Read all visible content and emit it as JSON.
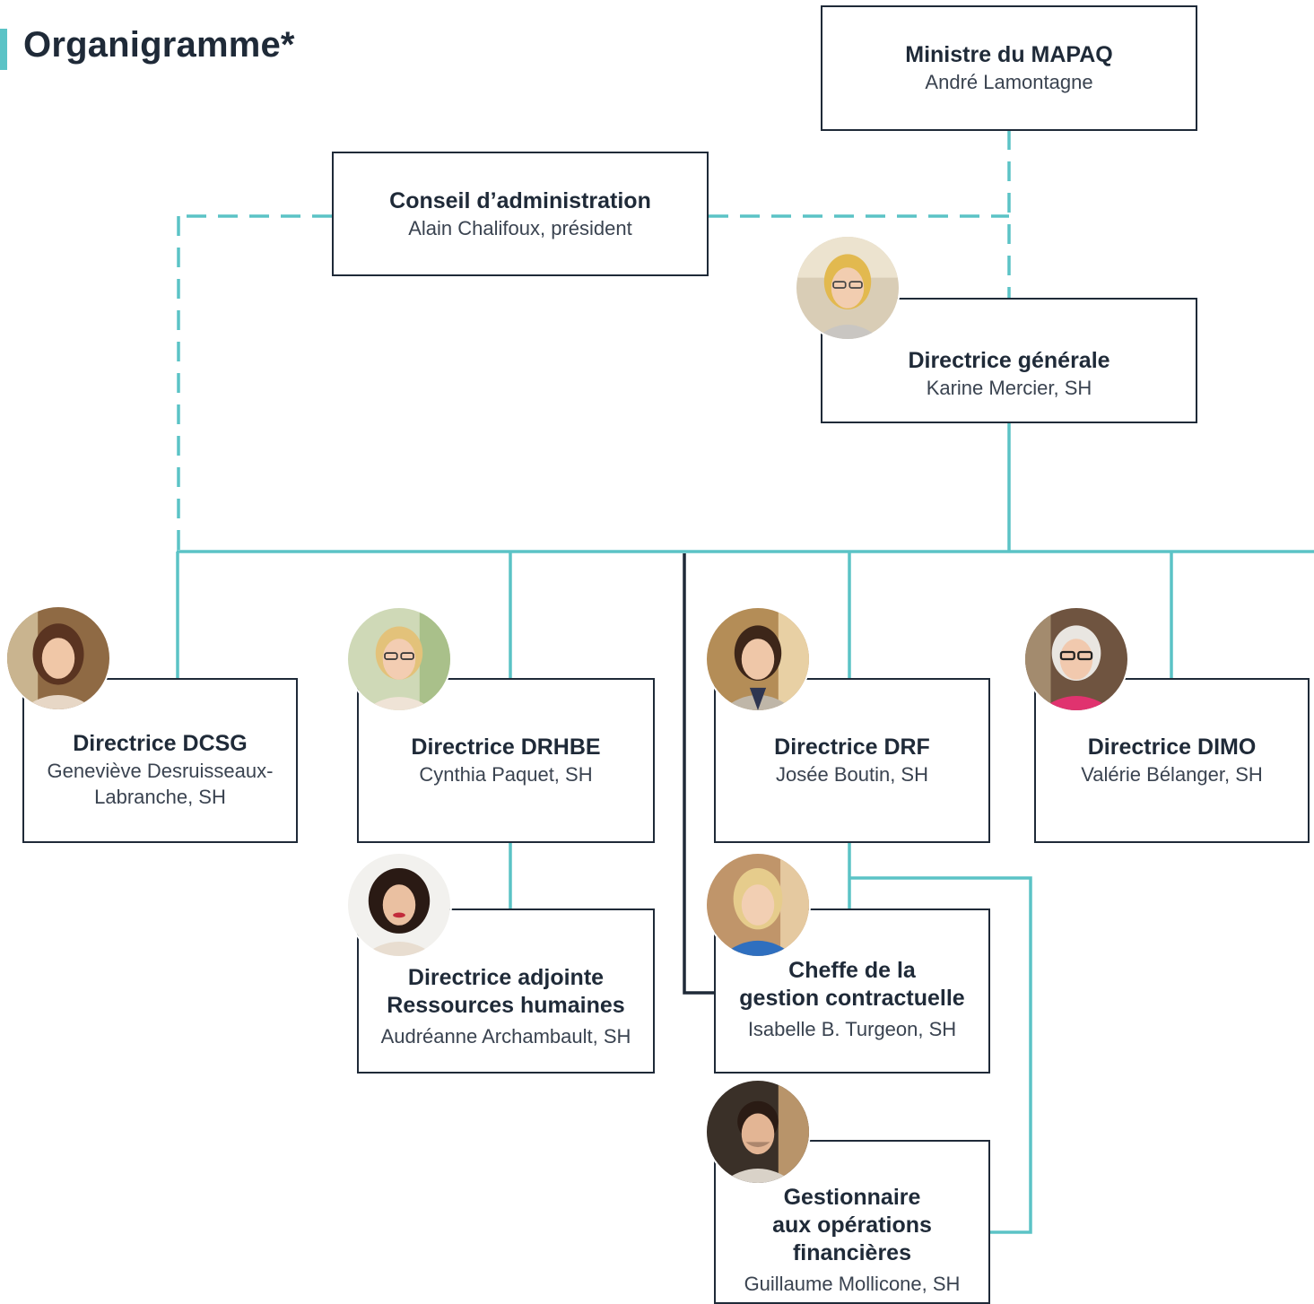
{
  "title": "Organigramme*",
  "colors": {
    "accent": "#5bc3c6",
    "box_border": "#1f2a38",
    "text": "#1f2a38",
    "dotted_line": "#5bc3c6",
    "solid_dark_line": "#1f2a38"
  },
  "nodes": {
    "minister": {
      "role": "Ministre du MAPAQ",
      "person": "André Lamontagne"
    },
    "board": {
      "role": "Conseil d’administration",
      "person": "Alain Chalifoux, président"
    },
    "dg": {
      "role": "Directrice générale",
      "person": "Karine Mercier, SH",
      "avatar": "woman-glasses-blonde-photo"
    },
    "dcsg": {
      "role": "Directrice DCSG",
      "person": "Geneviève Desruisseaux-Labranche, SH",
      "avatar": "woman-brunette-photo"
    },
    "drhbe": {
      "role": "Directrice DRHBE",
      "person": "Cynthia Paquet, SH",
      "avatar": "woman-glasses-blonde-photo"
    },
    "drf": {
      "role": "Directrice DRF",
      "person": "Josée Boutin, SH",
      "avatar": "woman-dark-hair-photo"
    },
    "dimo": {
      "role": "Directrice DIMO",
      "person": "Valérie Bélanger, SH",
      "avatar": "woman-white-hair-glasses-photo"
    },
    "adjointe_rh": {
      "role_line1": "Directrice adjointe",
      "role_line2": "Ressources humaines",
      "person": "Audréanne Archambault, SH",
      "avatar": "woman-curly-hair-photo"
    },
    "cheffe": {
      "role_line1": "Cheffe de la",
      "role_line2": "gestion contractuelle",
      "person": "Isabelle B. Turgeon, SH",
      "avatar": "woman-blonde-photo"
    },
    "gestionnaire": {
      "role_line1": "Gestionnaire",
      "role_line2": "aux opérations",
      "role_line3": "financières",
      "person": "Guillaume Mollicone, SH",
      "avatar": "man-dark-hair-photo"
    }
  }
}
